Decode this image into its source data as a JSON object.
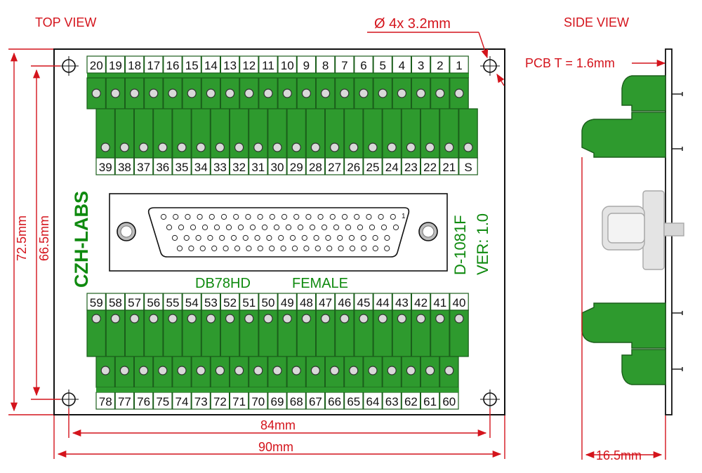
{
  "labels": {
    "top_view": "TOP VIEW",
    "side_view": "SIDE VIEW",
    "hole_spec": "Ø 4x 3.2mm",
    "pcb_thickness": "PCB T = 1.6mm",
    "brand": "CZH-LABS",
    "model": "D-1081F",
    "version": "VER: 1.0",
    "connector_type": "DB78HD",
    "connector_gender": "FEMALE"
  },
  "dimensions": {
    "height_outer": "72.5mm",
    "height_inner": "66.5mm",
    "width_inner": "84mm",
    "width_outer": "90mm",
    "side_depth": "16.5mm"
  },
  "terminals": {
    "row_top_upper": [
      "20",
      "19",
      "18",
      "17",
      "16",
      "15",
      "14",
      "13",
      "12",
      "11",
      "10",
      "9",
      "8",
      "7",
      "6",
      "5",
      "4",
      "3",
      "2",
      "1"
    ],
    "row_top_lower": [
      "39",
      "38",
      "37",
      "36",
      "35",
      "34",
      "33",
      "32",
      "31",
      "30",
      "29",
      "28",
      "27",
      "26",
      "25",
      "24",
      "23",
      "22",
      "21",
      "S"
    ],
    "row_bottom_upper": [
      "59",
      "58",
      "57",
      "56",
      "55",
      "54",
      "53",
      "52",
      "51",
      "50",
      "49",
      "48",
      "47",
      "46",
      "45",
      "44",
      "43",
      "42",
      "41",
      "40"
    ],
    "row_bottom_lower": [
      "78",
      "77",
      "76",
      "75",
      "74",
      "73",
      "72",
      "71",
      "70",
      "69",
      "68",
      "67",
      "66",
      "65",
      "64",
      "63",
      "62",
      "61",
      "60"
    ]
  },
  "colors": {
    "dimension": "#d4141c",
    "terminal_fill": "#2e9a2e",
    "terminal_stroke": "#1b5e1b",
    "silkscreen": "#0f8a0f",
    "outline": "#111111",
    "connector_gray": "#c8c8c8"
  }
}
